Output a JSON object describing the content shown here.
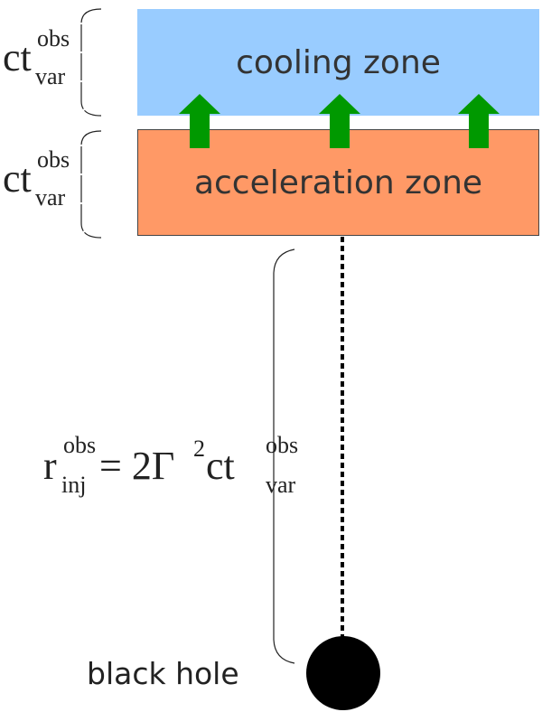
{
  "zones": {
    "cooling": {
      "label": "cooling zone",
      "color": "#99ccff"
    },
    "acceleration": {
      "label": "acceleration zone",
      "color": "#ff9966"
    }
  },
  "arrow_color": "#009900",
  "labels": {
    "ct": "ct",
    "obs": "obs",
    "var": "var",
    "r": "r",
    "inj": "inj",
    "eq": "= 2Γ",
    "two": "2",
    "ct_tail": "ct"
  },
  "black_hole_label": "black hole"
}
